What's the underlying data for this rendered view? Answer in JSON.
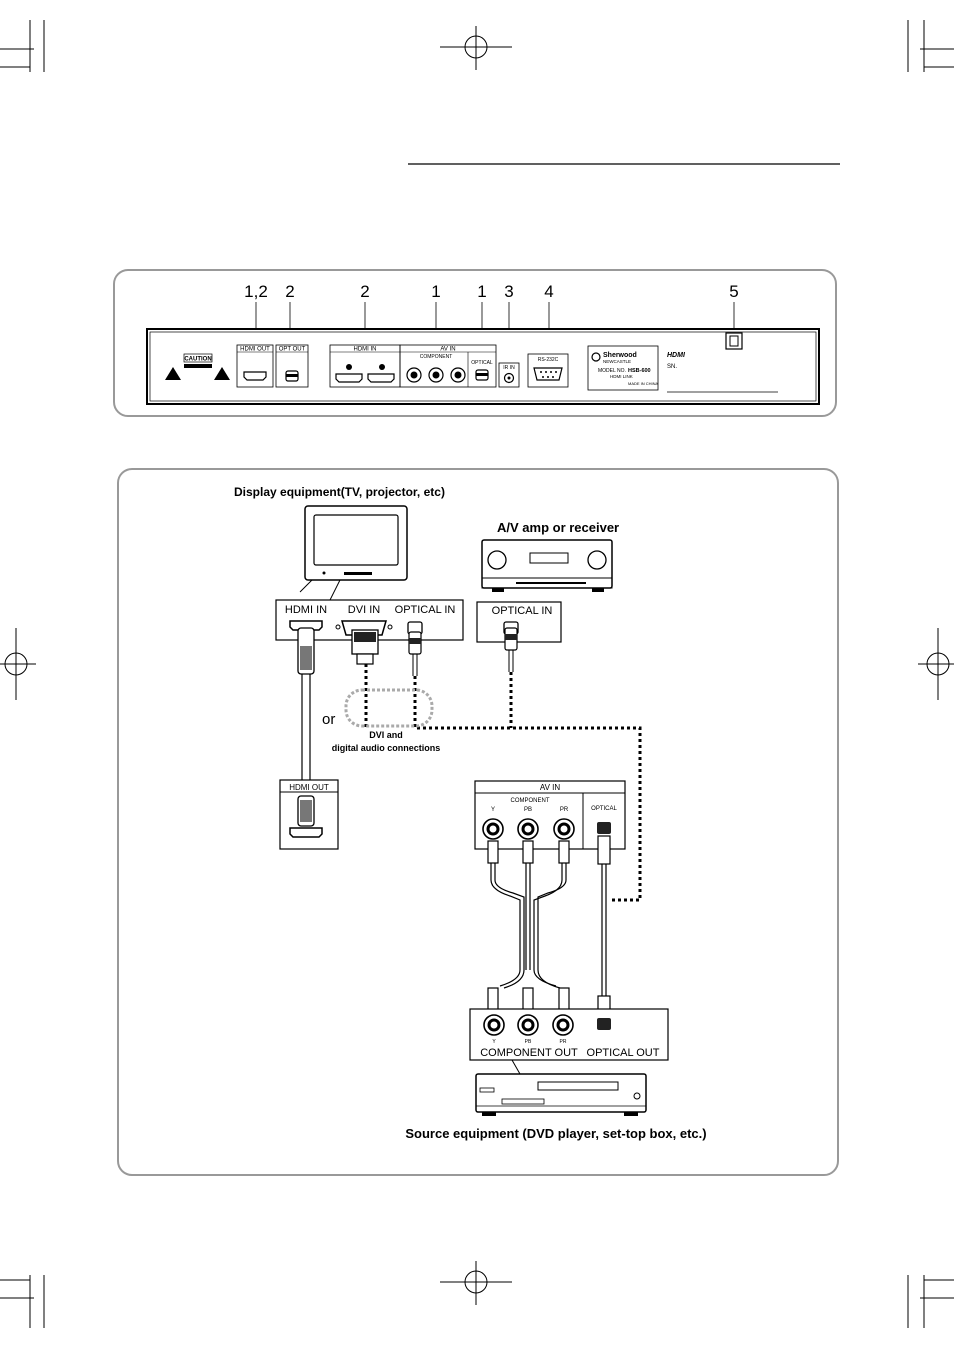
{
  "rear_panel": {
    "callouts": [
      "1,2",
      "2",
      "2",
      "1",
      "1",
      "3",
      "4",
      "5"
    ],
    "caution": "CAUTION",
    "hdmi_out": "HDMI OUT",
    "opt_out": "OPT OUT",
    "hdmi_in": "HDMI IN",
    "av_in": "AV IN",
    "component": "COMPONENT",
    "optical": "OPTICAL",
    "ir_in": "IR IN",
    "rs232c": "RS-232C",
    "brand_line1": "Sherwood",
    "brand_line2": "NEWCASTLE",
    "model_label": "MODEL NO.",
    "model_no": "HSB-600",
    "model_sub": "HDMI LINK",
    "made_in": "MADE IN CHINA",
    "hdmi_logo": "HDMI",
    "sn": "SN."
  },
  "diagram": {
    "display_title": "Display equipment(TV, projector, etc)",
    "amp_title": "A/V amp or receiver",
    "display_hdmi_in": "HDMI IN",
    "display_dvi_in": "DVI IN",
    "display_optical_in": "OPTICAL IN",
    "amp_optical_in": "OPTICAL IN",
    "or": "or",
    "dvi_note_line1": "DVI and",
    "dvi_note_line2": "digital audio connections",
    "hdmi_out": "HDMI OUT",
    "av_in": "AV IN",
    "component": "COMPONENT",
    "y": "Y",
    "pb": "PB",
    "pr": "PR",
    "optical": "OPTICAL",
    "component_out": "COMPONENT OUT",
    "optical_out": "OPTICAL OUT",
    "source_title": "Source equipment (DVD player, set-top box, etc.)"
  }
}
